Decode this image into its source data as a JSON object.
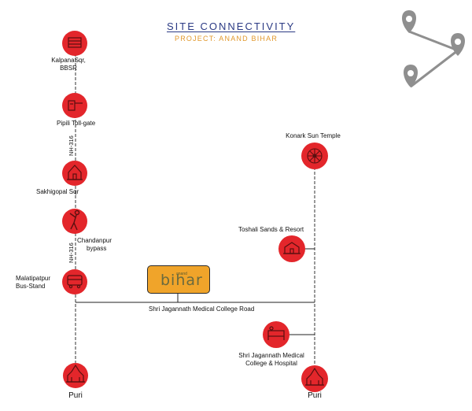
{
  "header": {
    "title": "SITE CONNECTIVITY",
    "subtitle": "PROJECT: ANAND BIHAR"
  },
  "logo": {
    "text": "bihar",
    "small_text": "anand"
  },
  "road": {
    "label": "Shri Jagannath Medical College Road"
  },
  "highway": {
    "upper": "NH-316",
    "lower": "NH-316"
  },
  "nodes": {
    "kalpana": {
      "line1": "KalpanaSqr,",
      "line2": "BBSR",
      "icon": "building-icon"
    },
    "pipili": {
      "line1": "Pipili Toll-gate",
      "icon": "tollgate-icon"
    },
    "sakhigopal": {
      "line1": "Sakhigopal Sqr",
      "icon": "temple-icon"
    },
    "chandanpur": {
      "line1": "Chandanpur",
      "line2": "bypass",
      "icon": "golfer-icon"
    },
    "malatipatpur": {
      "line1": "Malatipatpur",
      "line2": "Bus-Stand",
      "icon": "bus-icon"
    },
    "puri_left": {
      "line1": "Puri",
      "icon": "temple-icon"
    },
    "konark": {
      "line1": "Konark Sun Temple",
      "icon": "sun-wheel-icon"
    },
    "toshali": {
      "line1": "Toshali Sands & Resort",
      "icon": "resort-icon"
    },
    "medical": {
      "line1": "Shri Jagannath Medical",
      "line2": "College & Hospital",
      "icon": "hospital-bed-icon"
    },
    "puri_right": {
      "line1": "Puri",
      "icon": "temple-icon"
    }
  },
  "colors": {
    "node_red": "#e3262b",
    "title_blue": "#2b3a84",
    "subtitle_orange": "#e1982c",
    "logo_orange": "#f0a42a",
    "route_gray": "#8f8f8f"
  }
}
